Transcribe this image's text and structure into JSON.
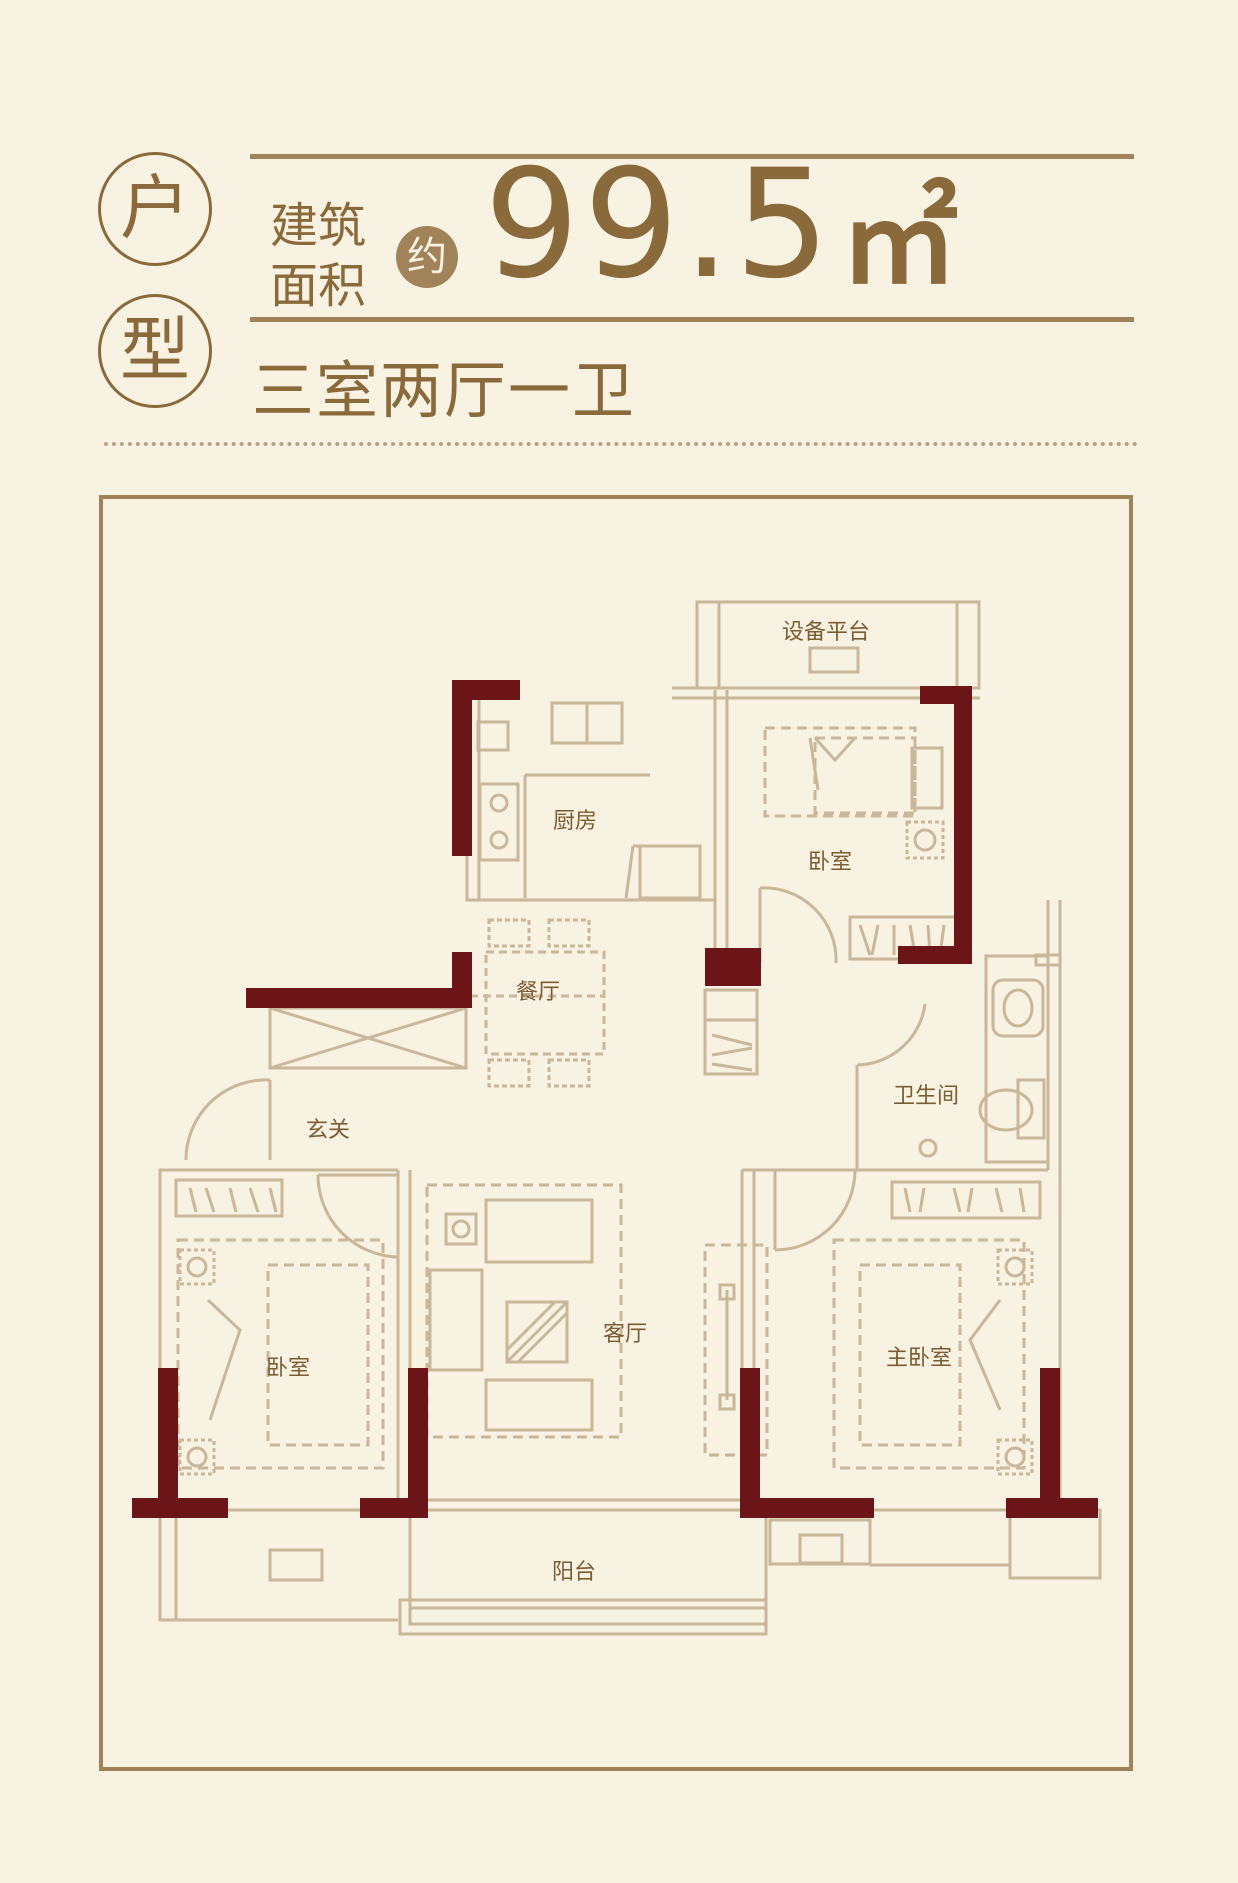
{
  "header": {
    "circle_top": "户",
    "circle_bottom": "型",
    "area_label_line1": "建筑",
    "area_label_line2": "面积",
    "approx_badge": "约",
    "area_value": "99.5",
    "area_unit": "㎡",
    "layout_type": "三室两厅一卫"
  },
  "rooms": {
    "equipment_platform": "设备平台",
    "kitchen": "厨房",
    "bedroom_north": "卧室",
    "dining": "餐厅",
    "bathroom": "卫生间",
    "entrance": "玄关",
    "living": "客厅",
    "bedroom_south": "卧室",
    "master_bedroom": "主卧室",
    "balcony": "阳台"
  },
  "colors": {
    "background": "#f8f2e2",
    "accent": "#8a6a3b",
    "wall_dark": "#6b1518",
    "line": "#c9b79a"
  }
}
